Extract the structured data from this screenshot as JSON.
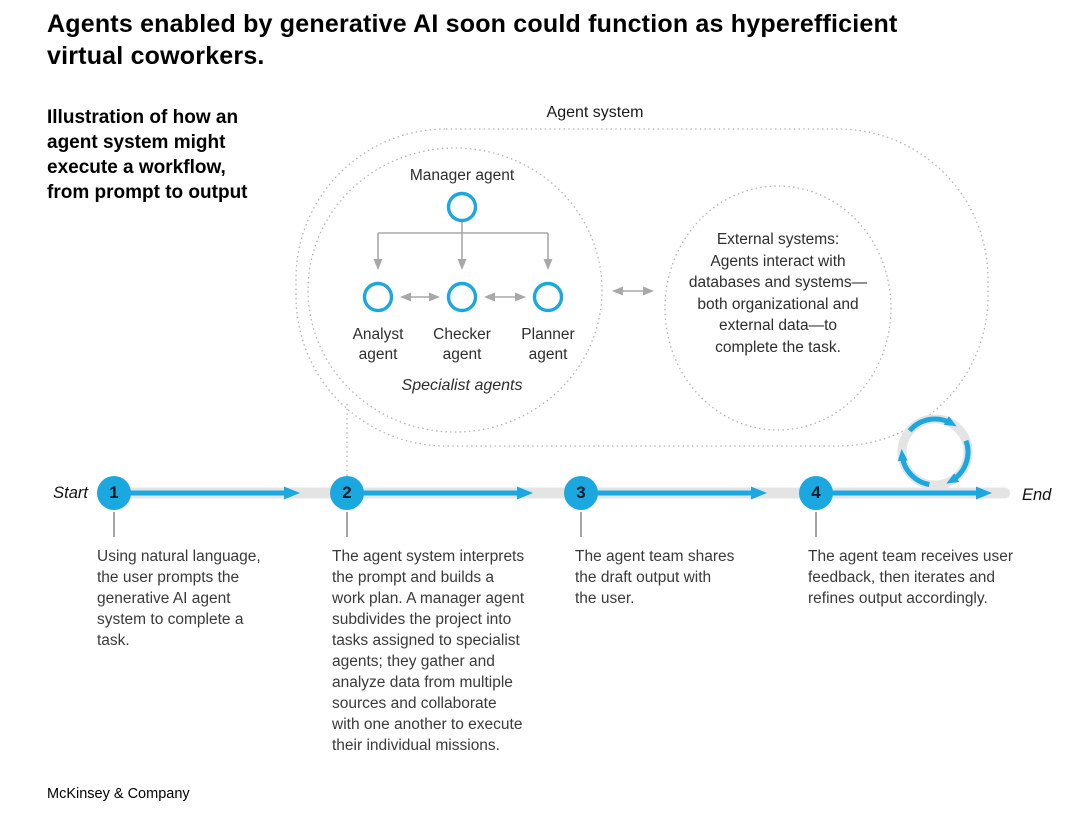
{
  "title": "Agents enabled by generative AI soon could function as hyperefficient\nvirtual coworkers.",
  "intro": "Illustration of how an\nagent system might\nexecute a workflow,\nfrom prompt to output",
  "agent_system": {
    "label": "Agent system",
    "manager_label": "Manager agent",
    "specialist_agents": [
      "Analyst\nagent",
      "Checker\nagent",
      "Planner\nagent"
    ],
    "specialist_caption": "Specialist agents",
    "external_systems_text": "External systems:\nAgents interact with\ndatabases and systems—\nboth organizational and\nexternal data—to\ncomplete the task."
  },
  "timeline": {
    "start_label": "Start",
    "end_label": "End",
    "steps": [
      {
        "number": "1",
        "description": "Using natural language,\nthe user prompts the\ngenerative AI agent\nsystem to complete a\ntask."
      },
      {
        "number": "2",
        "description": "The agent system interprets\nthe prompt and builds a\nwork plan. A manager agent\nsubdivides the project into\ntasks assigned to specialist\nagents; they gather and\nanalyze data from multiple\nsources and collaborate\nwith one another to execute\ntheir individual missions."
      },
      {
        "number": "3",
        "description": "The agent team shares\nthe draft output with\nthe user."
      },
      {
        "number": "4",
        "description": "The agent team receives user\nfeedback, then iterates and\nrefines output accordingly."
      }
    ]
  },
  "footer": "McKinsey & Company",
  "icons": {
    "loop": "iteration-loop"
  },
  "colors": {
    "accent_blue": "#1ba8e0",
    "connector_gray": "#a8a8a8",
    "band_gray": "#e4e4e4",
    "dotted_gray": "#b5b5b5",
    "tick_gray": "#4a4a4a"
  }
}
